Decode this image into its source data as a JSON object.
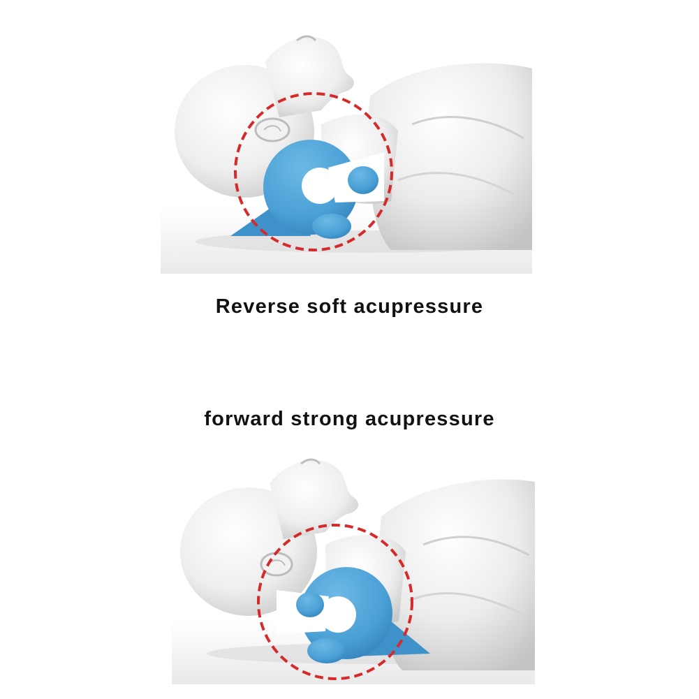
{
  "captions": {
    "top": "Reverse soft acupressure",
    "bottom": "forward strong acupressure"
  },
  "colors": {
    "background": "#ffffff",
    "caption_text": "#111111",
    "pillow_blue": "#4a9fd4",
    "pillow_shadow": "#2f7fb6",
    "dashed_circle": "#d42a2a",
    "mannequin": "#eeeeee"
  },
  "icons": {
    "focus_marker": "dashed-circle"
  }
}
